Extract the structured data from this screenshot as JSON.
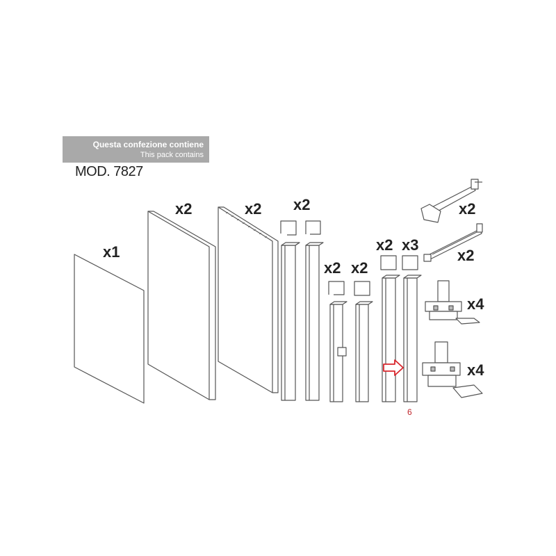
{
  "banner": {
    "title": "Questa confezione contiene",
    "subtitle": "This pack contains"
  },
  "model": "MOD. 7827",
  "quantities": {
    "panel_small": "x1",
    "panel_large": "x2",
    "panel_slotted": "x2",
    "profile_tall": "x2",
    "profile_mid_a": "x2",
    "profile_mid_b": "x2",
    "profile_right_a": "x2",
    "profile_right_b": "x3",
    "arm_bracket": "x2",
    "tie_rod": "x2",
    "corner_connector": "x4",
    "corner_connector_large": "x4"
  },
  "reference_number": "6",
  "colors": {
    "line": "#555555",
    "arrow": "#d9262c",
    "banner": "#a9a9a9"
  }
}
